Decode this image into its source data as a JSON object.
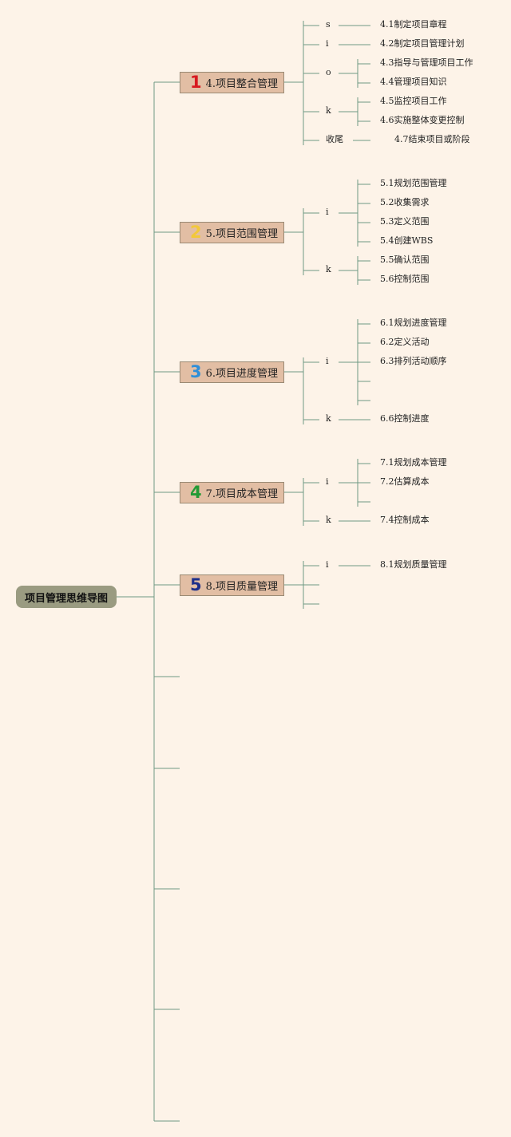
{
  "root": "项目管理思维导图",
  "branches": [
    {
      "num": "1",
      "title": "4.项目整合管理",
      "num_color": "#d71920",
      "groups": [
        {
          "phase": "s",
          "items": [
            "4.1制定项目章程"
          ]
        },
        {
          "phase": "i",
          "items": [
            "4.2制定项目管理计划"
          ]
        },
        {
          "phase": "o",
          "items": [
            "4.3指导与管理项目工作",
            "4.4管理项目知识"
          ]
        },
        {
          "phase": "k",
          "items": [
            "4.5监控项目工作",
            "4.6实施整体变更控制"
          ]
        },
        {
          "phase": "收尾",
          "items": [
            "4.7结束项目或阶段"
          ]
        }
      ]
    },
    {
      "num": "2",
      "title": "5.项目范围管理",
      "num_color": "#f2c83a",
      "groups": [
        {
          "phase": "i",
          "items": [
            "5.1规划范围管理",
            "5.2收集需求",
            "5.3定义范围",
            "5.4创建WBS"
          ]
        },
        {
          "phase": "k",
          "items": [
            "5.5确认范围",
            "5.6控制范围"
          ]
        }
      ]
    },
    {
      "num": "3",
      "title": "6.项目进度管理",
      "num_color": "#2f8fd8",
      "groups": [
        {
          "phase": "i",
          "items": [
            "6.1规划进度管理",
            "6.2定义活动",
            "6.3排列活动顺序",
            "",
            ""
          ]
        },
        {
          "phase": "k",
          "items": [
            "6.6控制进度"
          ]
        }
      ]
    },
    {
      "num": "4",
      "title": "7.项目成本管理",
      "num_color": "#239a35",
      "groups": [
        {
          "phase": "i",
          "items": [
            "7.1规划成本管理",
            "7.2估算成本",
            ""
          ]
        },
        {
          "phase": "k",
          "items": [
            "7.4控制成本"
          ]
        }
      ]
    },
    {
      "num": "5",
      "title": "8.项目质量管理",
      "num_color": "#1e2f8a",
      "groups": [
        {
          "phase": "i",
          "items": [
            "8.1规划质量管理"
          ]
        },
        {
          "phase": "",
          "items": []
        },
        {
          "phase": "",
          "items": []
        }
      ]
    }
  ],
  "empty_branch_count": 5
}
